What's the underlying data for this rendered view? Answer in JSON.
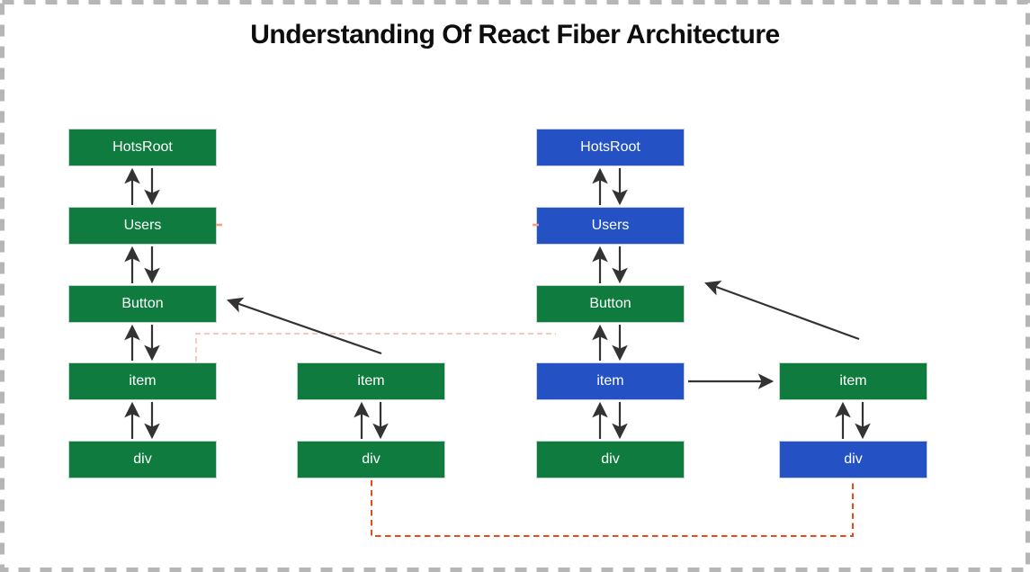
{
  "title": "Understanding Of React Fiber Architecture",
  "colors": {
    "green_box": "#0F7B3E",
    "blue_box": "#2452C5",
    "arrow": "#333333",
    "dashed_salmon": "#F3B7A0",
    "dashed_orange": "#E94A17",
    "page_border": "#B6B6B6",
    "box_text": "#FFFFFF",
    "title_text": "#0D0D0D"
  },
  "trees": {
    "left_main": {
      "nodes": [
        {
          "label": "HotsRoot",
          "color": "green"
        },
        {
          "label": "Users",
          "color": "green"
        },
        {
          "label": "Button",
          "color": "green"
        },
        {
          "label": "item",
          "color": "green"
        },
        {
          "label": "div",
          "color": "green"
        }
      ]
    },
    "left_side": {
      "nodes": [
        {
          "label": "item",
          "color": "green"
        },
        {
          "label": "div",
          "color": "green"
        }
      ]
    },
    "right_main": {
      "nodes": [
        {
          "label": "HotsRoot",
          "color": "blue"
        },
        {
          "label": "Users",
          "color": "blue"
        },
        {
          "label": "Button",
          "color": "green"
        },
        {
          "label": "item",
          "color": "blue"
        },
        {
          "label": "div",
          "color": "green"
        }
      ]
    },
    "right_side": {
      "nodes": [
        {
          "label": "item",
          "color": "green"
        },
        {
          "label": "div",
          "color": "blue"
        }
      ]
    }
  },
  "edges": [
    {
      "type": "bidirectional_arrow",
      "from": "left_main.HotsRoot",
      "to": "left_main.Users"
    },
    {
      "type": "bidirectional_arrow",
      "from": "left_main.Users",
      "to": "left_main.Button"
    },
    {
      "type": "bidirectional_arrow",
      "from": "left_main.Button",
      "to": "left_main.item"
    },
    {
      "type": "bidirectional_arrow",
      "from": "left_main.item",
      "to": "left_main.div"
    },
    {
      "type": "bidirectional_arrow",
      "from": "left_side.item",
      "to": "left_side.div"
    },
    {
      "type": "arrow",
      "from": "left_side.item",
      "to": "left_main.Button"
    },
    {
      "type": "bidirectional_arrow",
      "from": "right_main.HotsRoot",
      "to": "right_main.Users"
    },
    {
      "type": "bidirectional_arrow",
      "from": "right_main.Users",
      "to": "right_main.Button"
    },
    {
      "type": "bidirectional_arrow",
      "from": "right_main.Button",
      "to": "right_main.item"
    },
    {
      "type": "bidirectional_arrow",
      "from": "right_main.item",
      "to": "right_main.div"
    },
    {
      "type": "bidirectional_arrow",
      "from": "right_side.item",
      "to": "right_side.div"
    },
    {
      "type": "arrow",
      "from": "right_main.item",
      "to": "right_side.item"
    },
    {
      "type": "arrow",
      "from": "lower_right_area",
      "to": "right_main.Button"
    },
    {
      "type": "dashed_salmon_connector",
      "from": "left_main.item",
      "to": "below right_main.Button"
    },
    {
      "type": "dashed_salmon_tick",
      "at": "right of left_main.Users"
    },
    {
      "type": "dashed_salmon_tick",
      "at": "left of right_main.Users"
    },
    {
      "type": "dashed_orange_connector",
      "from": "left_side.div",
      "to": "right_side.div"
    }
  ]
}
